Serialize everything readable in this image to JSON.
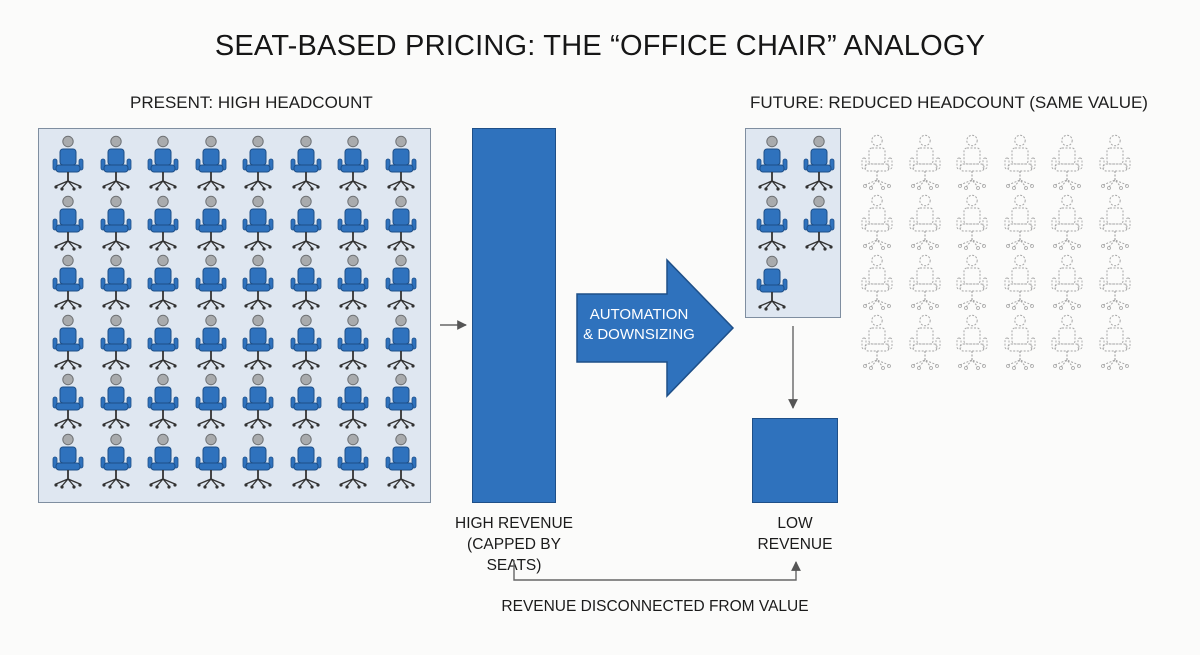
{
  "title": "SEAT-BASED PRICING: THE “OFFICE CHAIR” ANALOGY",
  "present": {
    "heading": "PRESENT: HIGH HEADCOUNT",
    "rows": 6,
    "cols": 8
  },
  "future": {
    "heading": "FUTURE: REDUCED HEADCOUNT (SAME VALUE)",
    "filled_seats": 5,
    "empty_rows": 4,
    "empty_cols": 6
  },
  "high_revenue": {
    "line1": "HIGH REVENUE",
    "line2": "(CAPPED BY SEATS)"
  },
  "low_revenue": {
    "line1": "LOW",
    "line2": "REVENUE"
  },
  "transition": {
    "line1": "AUTOMATION",
    "line2": "& DOWNSIZING"
  },
  "disconnect_label": "REVENUE DISCONNECTED FROM VALUE",
  "colors": {
    "chair_fill": "#2f72bd",
    "chair_outline": "#1e4f88",
    "person_fill": "#a9abad",
    "panel_fill": "#dfe7f1",
    "empty_seat_stroke": "#a6a6a6"
  },
  "icons": {
    "seat": "office-chair-icon",
    "empty_seat": "empty-seat-icon"
  }
}
